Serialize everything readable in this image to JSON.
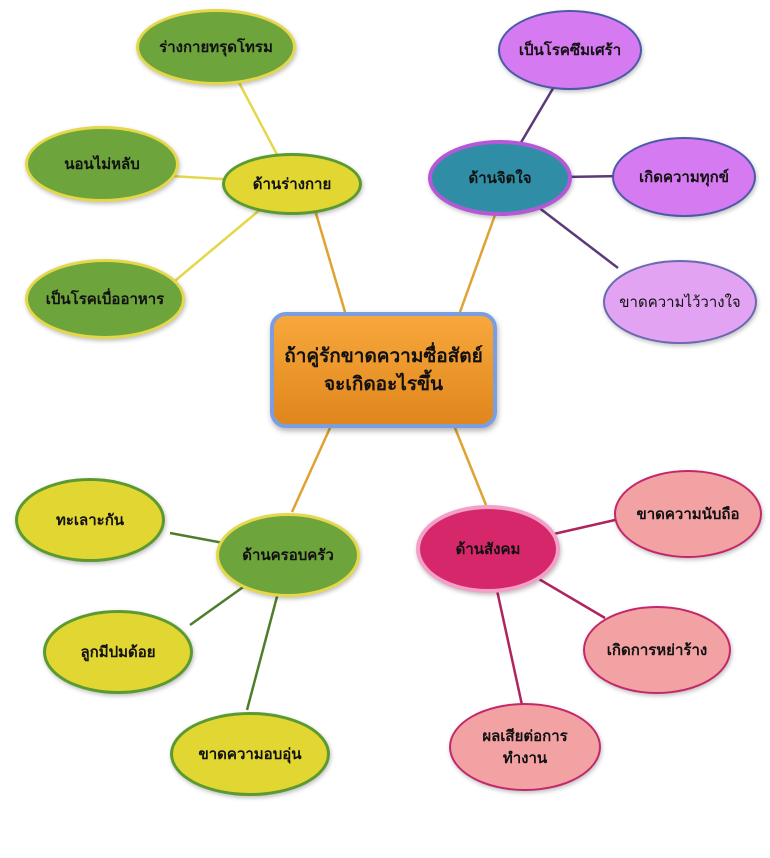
{
  "center": {
    "line1": "ถ้าคู่รักขาดความซื่อสัตย์",
    "line2": "จะเกิดอะไรขึ้น"
  },
  "branches": {
    "physical": {
      "label": "ด้านร่างกาย",
      "children": [
        "ร่างกายทรุดโทรม",
        "นอนไม่หลับ",
        "เป็นโรคเบื่ออาหาร"
      ]
    },
    "mental": {
      "label": "ด้านจิตใจ",
      "children": [
        "เป็นโรคซึมเศร้า",
        "เกิดความทุกข์",
        "ขาดความไว้วางใจ"
      ]
    },
    "family": {
      "label": "ด้านครอบครัว",
      "children": [
        "ทะเลาะกัน",
        "ลูกมีปมด้อย",
        "ขาดความอบอุ่น"
      ]
    },
    "social": {
      "label": "ด้านสังคม",
      "children": [
        "ขาดความนับถือ",
        "เกิดการหย่าร้าง",
        "ผลเสียต่อการ",
        "ทำงาน"
      ]
    }
  },
  "colors": {
    "center": "#f7a83c",
    "physical": "#e2d632",
    "mental": "#2f8ea6",
    "family": "#6ea43c",
    "social": "#d6276b"
  }
}
